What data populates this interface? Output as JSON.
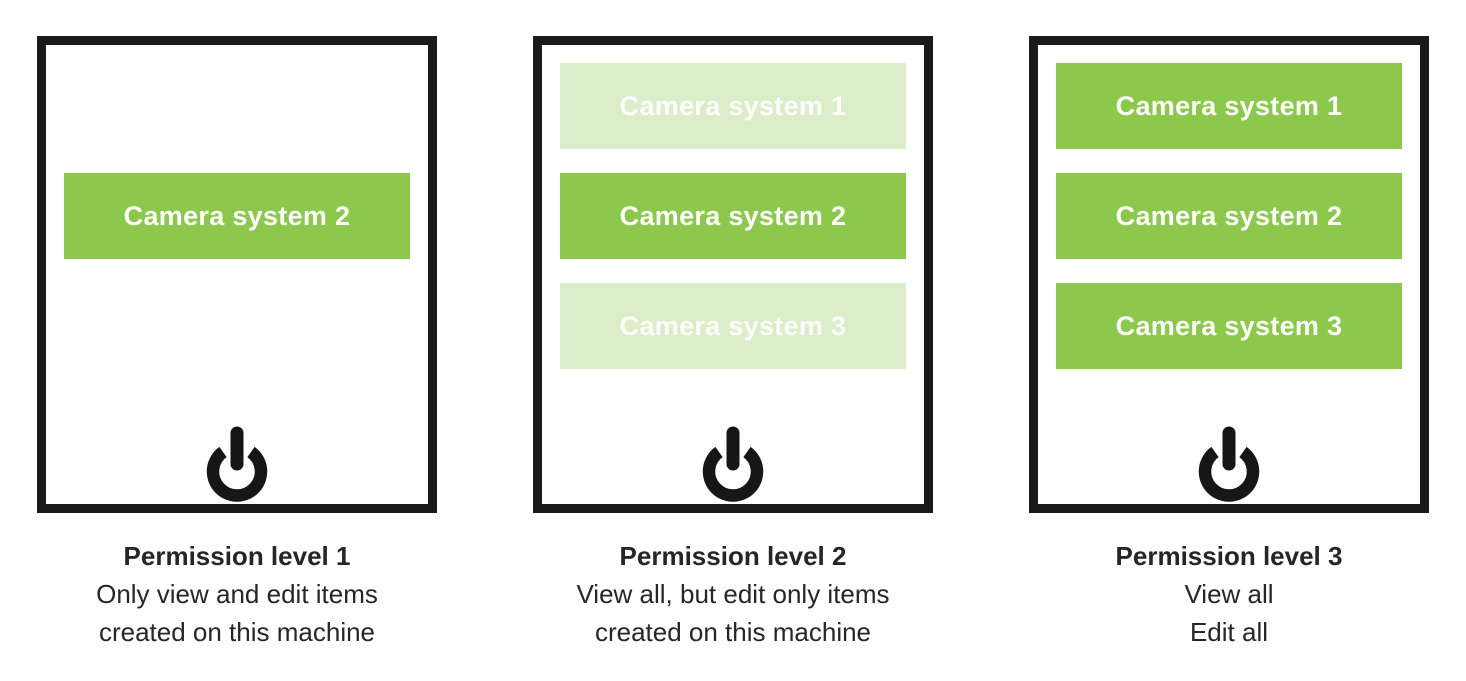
{
  "colors": {
    "active_green": "#8cc84b",
    "faded_green": "#dcedc9",
    "frame_border": "#1a1a1a",
    "icon_black": "#161616",
    "caption_text": "#262626",
    "bar_text": "#ffffff"
  },
  "icons": {
    "power": "power-icon"
  },
  "panels": [
    {
      "systems": [
        {
          "state": "hidden"
        },
        {
          "label": "Camera system 2",
          "state": "active"
        },
        {
          "state": "hidden"
        }
      ],
      "caption_title": "Permission level 1",
      "caption_line1": "Only view and edit items",
      "caption_line2": "created on this machine"
    },
    {
      "systems": [
        {
          "label": "Camera system 1",
          "state": "faded"
        },
        {
          "label": "Camera system 2",
          "state": "active"
        },
        {
          "label": "Camera system 3",
          "state": "faded"
        }
      ],
      "caption_title": "Permission level 2",
      "caption_line1": "View all, but edit only items",
      "caption_line2": "created on this machine"
    },
    {
      "systems": [
        {
          "label": "Camera system 1",
          "state": "active"
        },
        {
          "label": "Camera system 2",
          "state": "active"
        },
        {
          "label": "Camera system 3",
          "state": "active"
        }
      ],
      "caption_title": "Permission level 3",
      "caption_line1": "View all",
      "caption_line2": "Edit all"
    }
  ]
}
